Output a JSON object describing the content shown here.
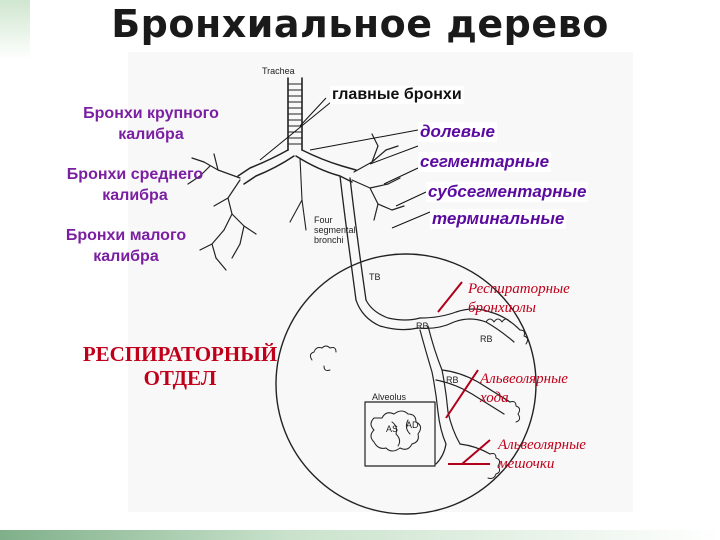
{
  "title": "Бронхиальное дерево",
  "figure_labels": {
    "trachea": "Trachea",
    "four_segmental_1": "Four",
    "four_segmental_2": "segmental",
    "four_segmental_3": "bronchi",
    "tb": "TB",
    "rb1": "RB",
    "rb2": "RB",
    "rb3": "RB",
    "alveolus": "Alveolus",
    "as": "AS",
    "ad": "AD"
  },
  "left_labels": {
    "large_1": "Бронхи крупного",
    "large_2": "калибра",
    "medium_1": "Бронхи среднего",
    "medium_2": "калибра",
    "small_1": "Бронхи малого",
    "small_2": "калибра"
  },
  "main_bronchi": "главные бронхи",
  "right_labels": {
    "lobar": "долевые",
    "segmental": "сегментарные",
    "subsegmental": "субсегментарные",
    "terminal": "терминальные"
  },
  "respiratory": {
    "line1": "РЕСПИРАТОРНЫЙ",
    "line2": "ОТДЕЛ"
  },
  "annotations": {
    "resp_bronchioles_1": "Респираторные",
    "resp_bronchioles_2": "бронхиолы",
    "alv_ducts_1": "Альвеолярные",
    "alv_ducts_2": "хода",
    "alv_sacs_1": "Альвеолярные",
    "alv_sacs_2": "мешочки"
  },
  "colors": {
    "accent_purple": "#7b1fa2",
    "accent_red": "#c0001a",
    "pointer_red": "#b0001a"
  }
}
